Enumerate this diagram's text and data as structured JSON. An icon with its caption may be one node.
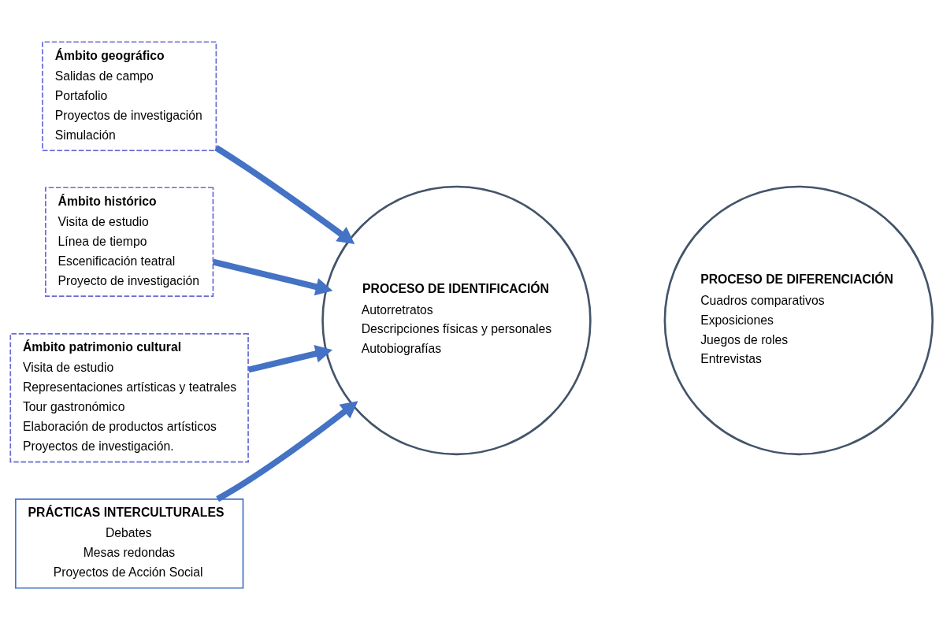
{
  "diagram": {
    "nodes": [
      {
        "text": [
          "Ámbito geográfico",
          "Salidas de campo",
          "Portafolio",
          "Proyectos de investigación",
          "Simulación"
        ]
      },
      {
        "text": [
          "Ámbito histórico",
          "Visita de estudio",
          "Línea de tiempo",
          "Escenificación teatral",
          "Proyecto de investigación"
        ]
      },
      {
        "text": [
          "Ámbito patrimonio cultural",
          "Visita de estudio",
          "Representaciones artísticas y teatrales",
          "Tour gastronómico",
          "Elaboración de productos artísticos",
          "Proyectos de investigación."
        ]
      },
      {
        "text": [
          "PROCESO DE IDENTIFICACIÓN",
          "Autorretratos",
          "Descripciones físicas y personales",
          "Autobiografías"
        ]
      },
      {
        "text": [
          "PROCESO DE DIFERENCIACIÓN",
          "Cuadros comparativos",
          "Exposiciones",
          "Juegos de roles",
          "Entrevistas"
        ]
      },
      {
        "text": [
          "PRÁCTICAS INTERCULTURALES",
          "Debates",
          "Mesas redondas",
          "Proyectos de Acción Social"
        ]
      }
    ],
    "edges": [
      {
        "from": 0,
        "to": 3,
        "arrow": "to"
      },
      {
        "from": 1,
        "to": 3,
        "arrow": "to"
      },
      {
        "from": 2,
        "to": 3,
        "arrow": "to"
      },
      {
        "from": 5,
        "to": 3,
        "arrow": "to"
      }
    ]
  }
}
